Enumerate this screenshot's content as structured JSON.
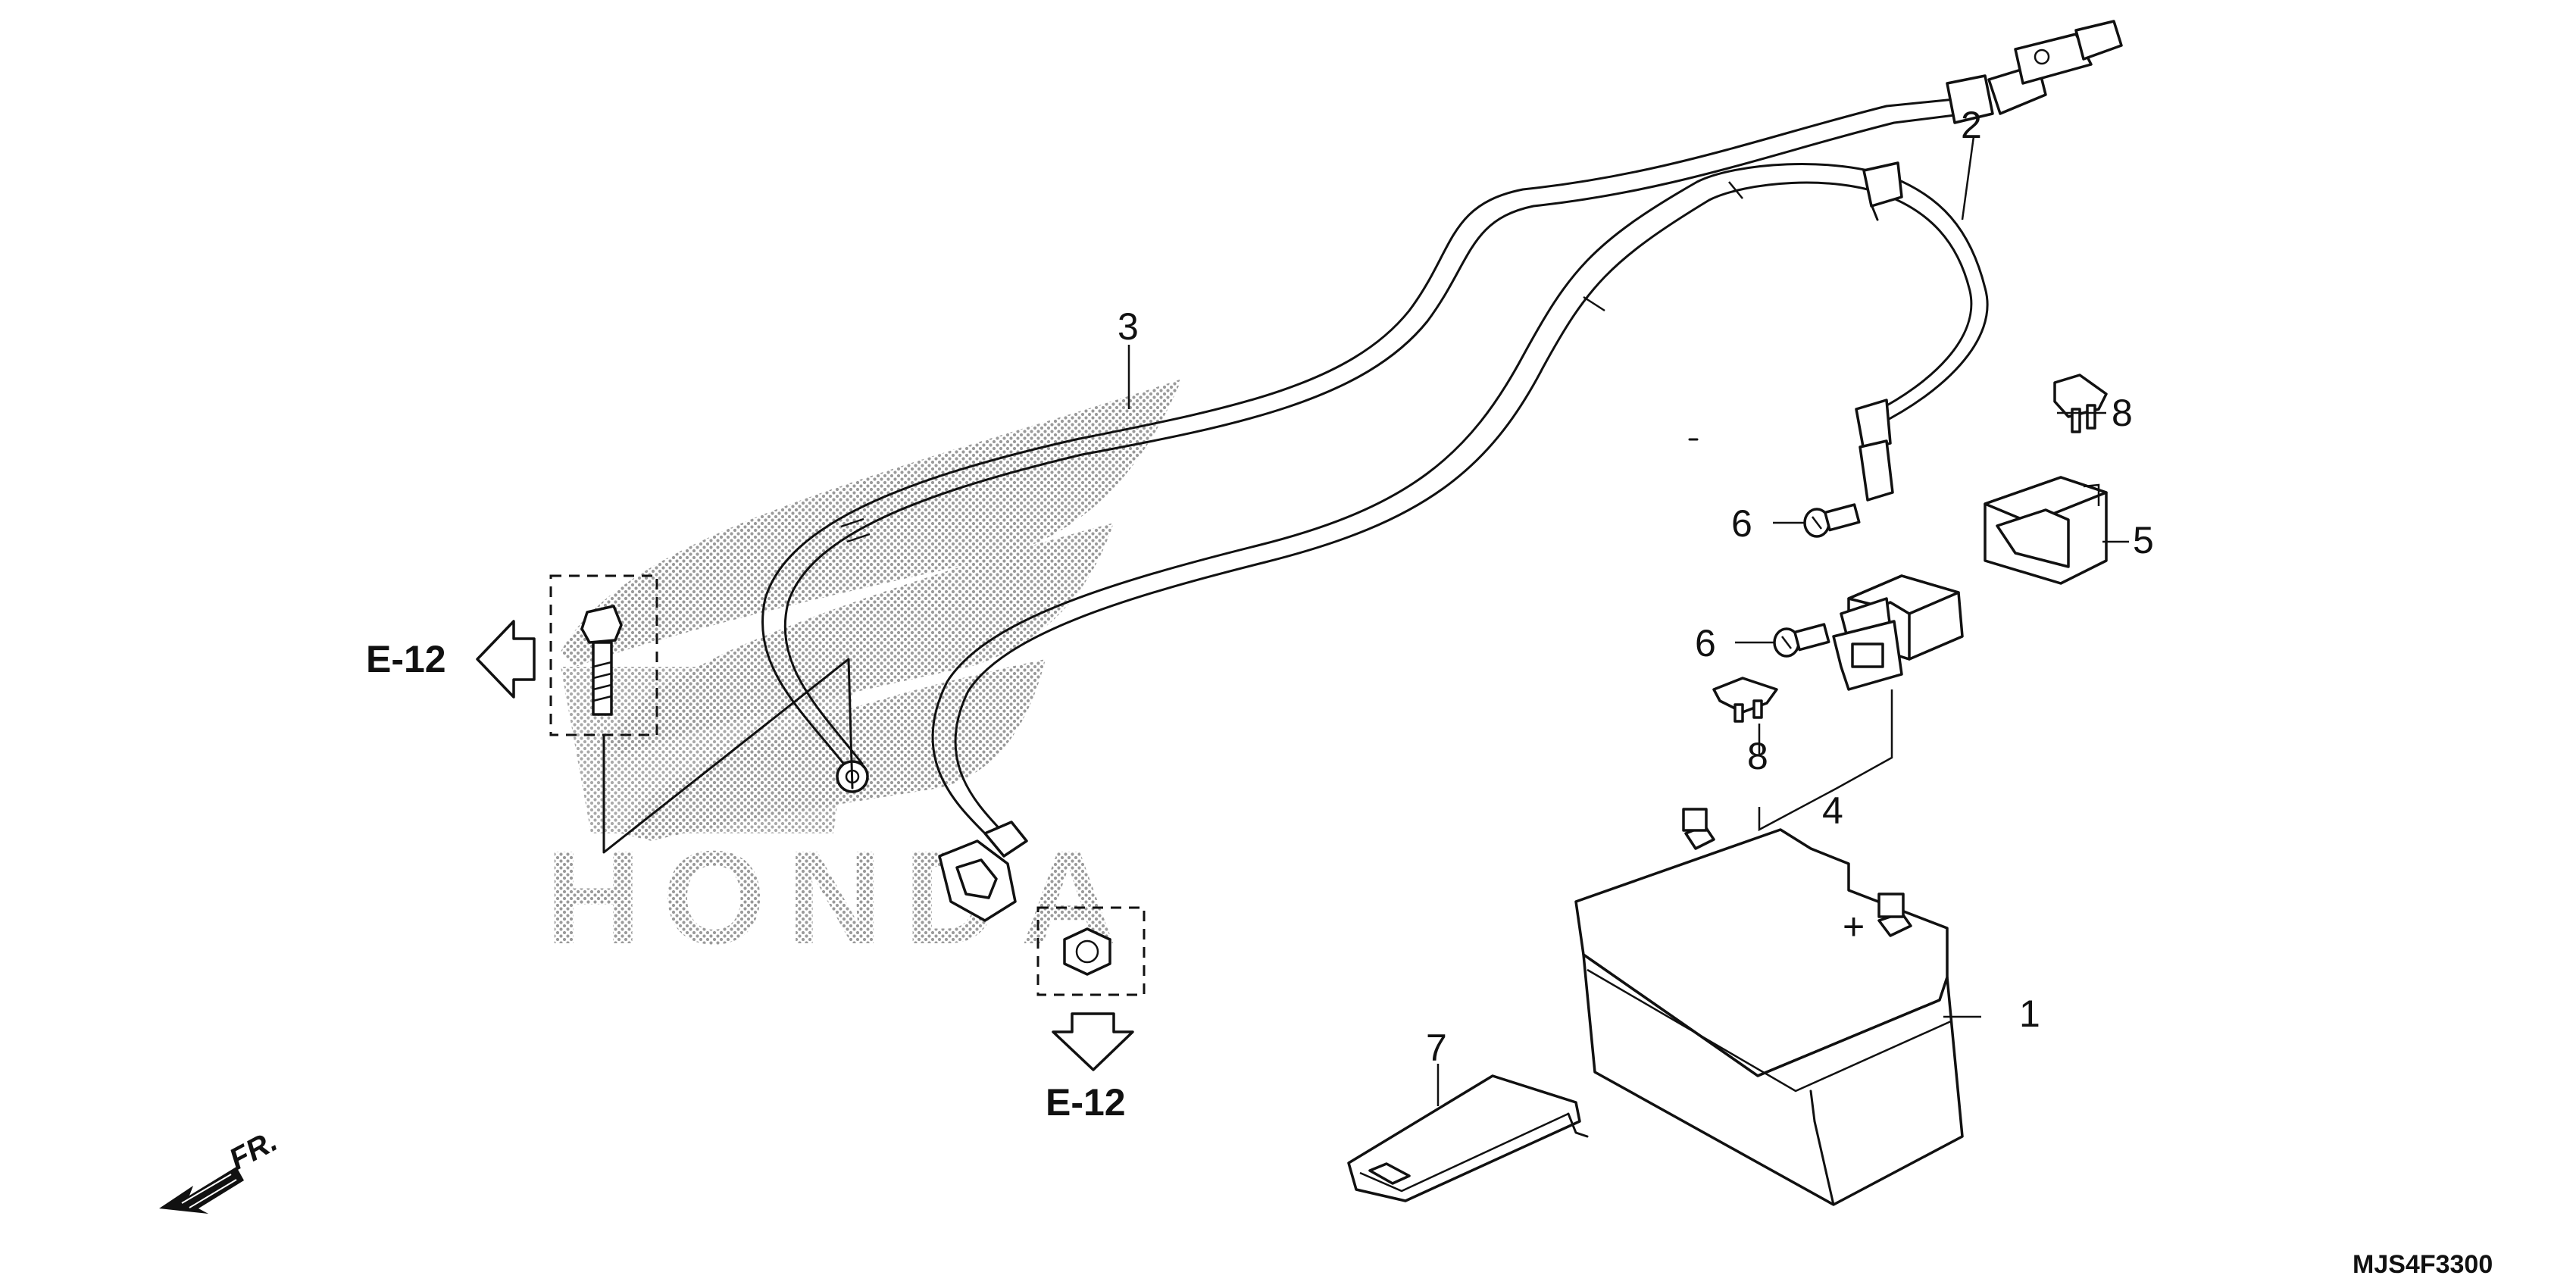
{
  "diagram": {
    "callouts": [
      "1",
      "2",
      "3",
      "4",
      "5",
      "6",
      "6",
      "7",
      "8",
      "8"
    ],
    "cross_refs": [
      "E-12",
      "E-12"
    ],
    "direction_label": "FR.",
    "drawing_code": "MJS4F3300",
    "watermark_text": "HONDA",
    "watermark_color": "#9a9a9a",
    "line_color": "#111111"
  }
}
